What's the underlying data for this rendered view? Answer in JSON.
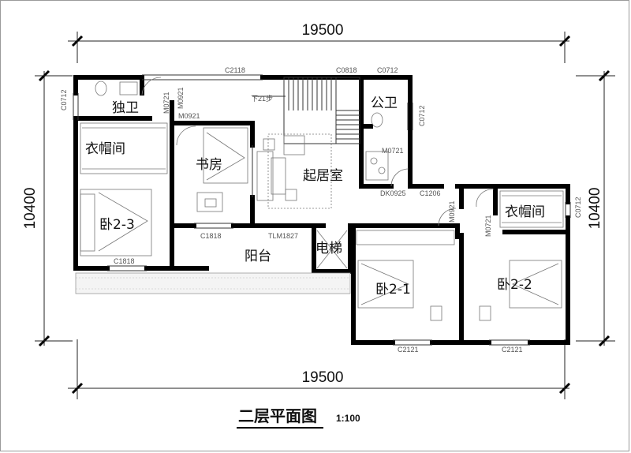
{
  "dimensions": {
    "top_width": "19500",
    "bottom_width": "19500",
    "left_height": "10400",
    "right_height": "10400"
  },
  "rooms": {
    "bath_private": "独卫",
    "bath_public": "公卫",
    "closet_left": "衣帽间",
    "closet_right": "衣帽间",
    "study": "书房",
    "living": "起居室",
    "bedroom_23": "卧2-3",
    "bedroom_21": "卧2-1",
    "bedroom_22": "卧2-2",
    "balcony": "阳台",
    "elevator": "电梯"
  },
  "codes": {
    "c2118": "C2118",
    "c0818": "C0818",
    "c0712_top": "C0712",
    "c0712_left": "C0712",
    "c0712_pub": "C0712",
    "c0712_right": "C0712",
    "m0921_a": "M0921",
    "m0721_a": "M0721",
    "m0921_b": "M0921",
    "m0721_b": "M0721",
    "dk0925": "DK0925",
    "c1206": "C1206",
    "m0921_c": "M0921",
    "m0721_c": "M0721",
    "c1818_study": "C1818",
    "tlm1827": "TLM1827",
    "c1818_bed": "C1818",
    "c2121_a": "C2121",
    "c2121_b": "C2121",
    "stair_down": "下21步"
  },
  "footer": {
    "title": "二层平面图",
    "scale": "1:100"
  }
}
